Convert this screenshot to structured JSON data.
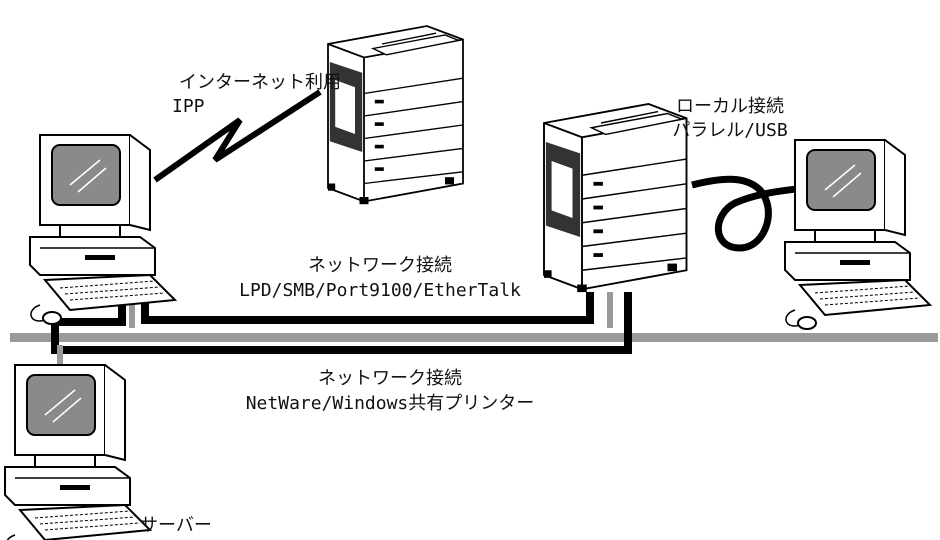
{
  "labels": {
    "internet": {
      "line1": "インターネット利用",
      "line2": "IPP"
    },
    "local": {
      "line1": "ローカル接続",
      "line2": "パラレル/USB"
    },
    "network_lpd": {
      "line1": "ネットワーク接続",
      "line2": "LPD/SMB/Port9100/EtherTalk"
    },
    "network_netware": {
      "line1": "ネットワーク接続",
      "line2": "NetWare/Windows共有プリンター"
    },
    "server": "サーバー"
  },
  "icons": [
    "printer-icon",
    "computer-icon",
    "server-icon"
  ],
  "colors": {
    "line": "#000000",
    "lan": "#9a9a9a",
    "screen": "#8a8a8a"
  }
}
